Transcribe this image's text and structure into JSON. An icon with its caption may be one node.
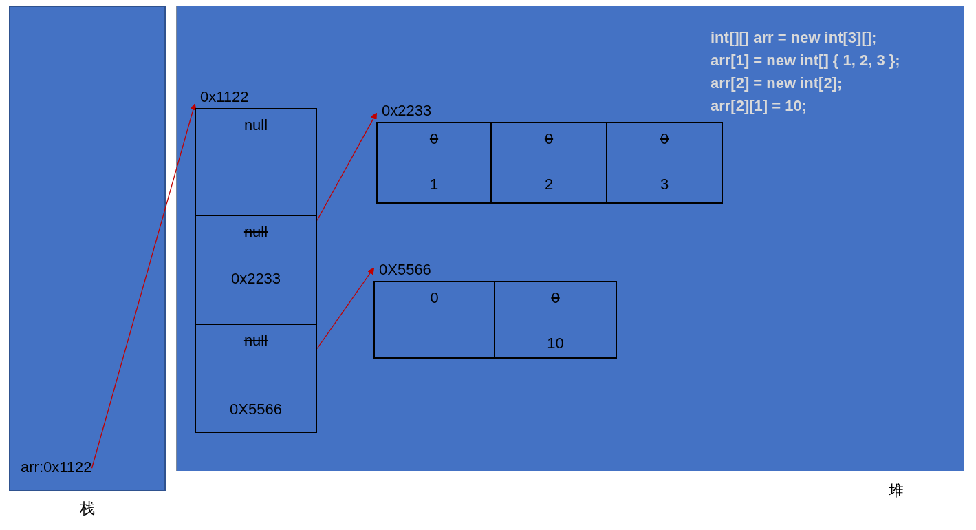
{
  "diagram": {
    "nodes": [
      {
        "text": [
          "栈"
        ]
      },
      {
        "text": [
          "arr:0x1122"
        ],
        "in": 0
      },
      {
        "text": [
          "堆"
        ]
      },
      {
        "text": [
          "0x1122"
        ],
        "in": 2
      },
      {
        "text": [
          "null"
        ],
        "in": 3
      },
      {
        "text": [
          "null",
          "0x2233"
        ],
        "in": 3
      },
      {
        "text": [
          "null",
          "0X5566"
        ],
        "in": 3
      },
      {
        "text": [
          "0x2233"
        ],
        "in": 2
      },
      {
        "text": [
          "0",
          "1"
        ],
        "in": 7
      },
      {
        "text": [
          "0",
          "2"
        ],
        "in": 7
      },
      {
        "text": [
          "0",
          "3"
        ],
        "in": 7
      },
      {
        "text": [
          "0X5566"
        ],
        "in": 2
      },
      {
        "text": [
          "0"
        ],
        "in": 11
      },
      {
        "text": [
          "0",
          "10"
        ],
        "in": 11
      }
    ],
    "edges": [
      {
        "from": 1,
        "to": 3,
        "arrow": "to"
      },
      {
        "from": 5,
        "to": 7,
        "arrow": "to"
      },
      {
        "from": 6,
        "to": 11,
        "arrow": "to"
      }
    ],
    "labels": [
      "int[][] arr = new int[3][];",
      "arr[1] = new int[] { 1, 2, 3 };",
      "arr[2] = new int[2];",
      "arr[2][1] = 10;"
    ]
  }
}
